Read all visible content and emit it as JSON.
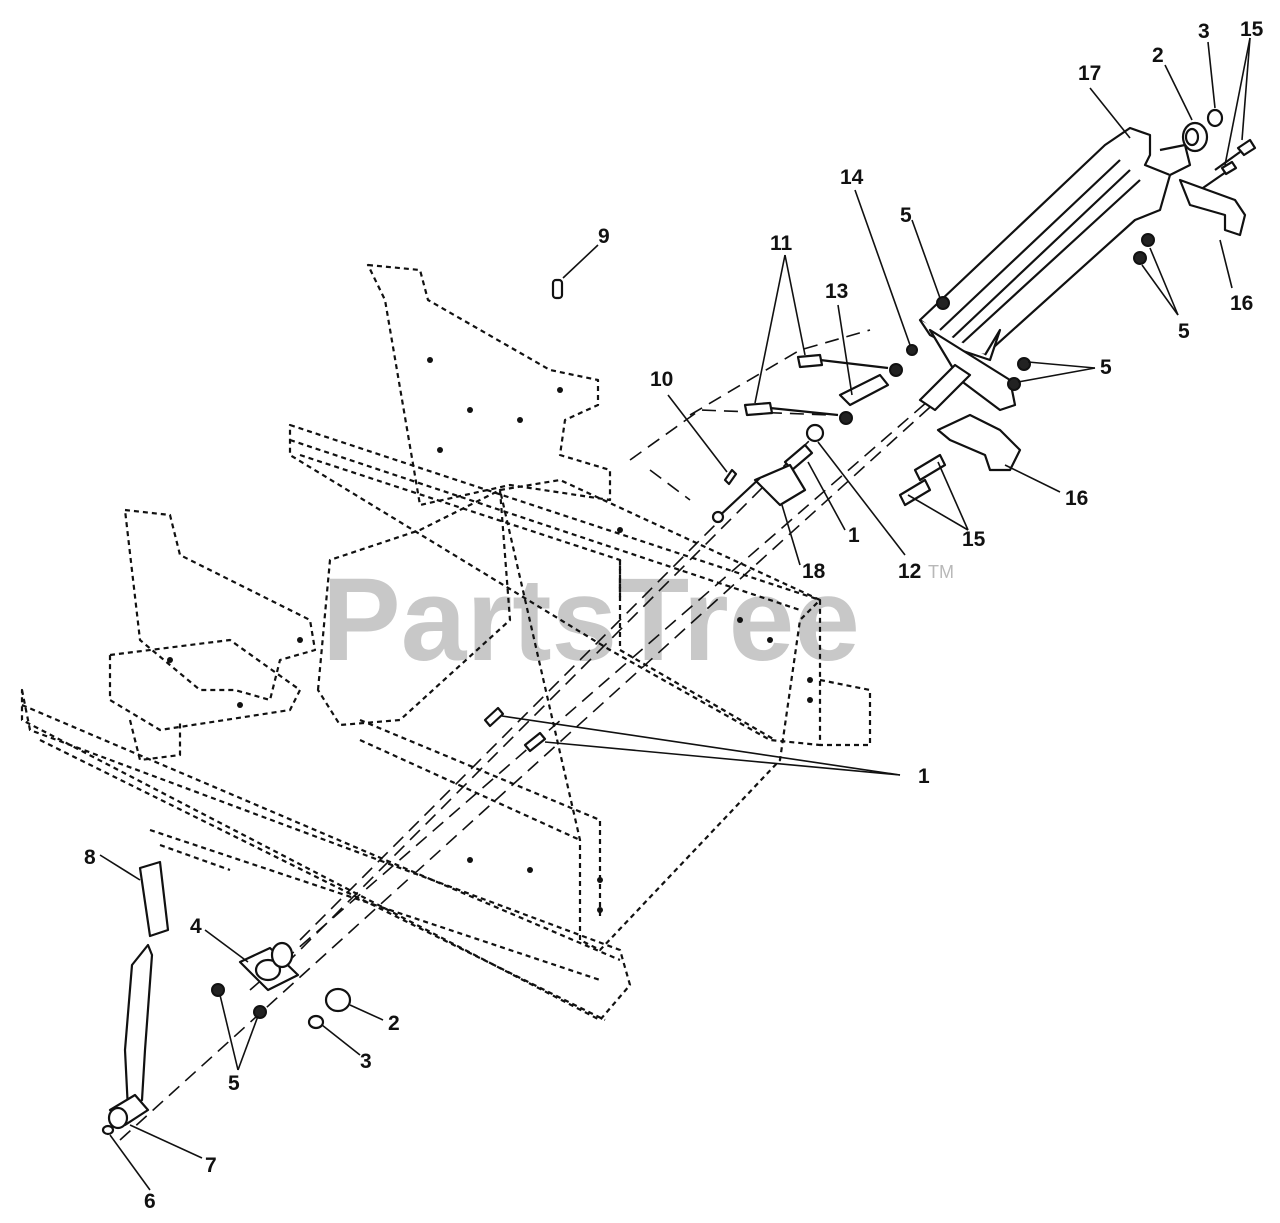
{
  "watermark": {
    "text": "PartsTree",
    "tm": "TM"
  },
  "drawing_id": "",
  "callouts": {
    "c1a": "1",
    "c1b": "1",
    "c2a": "2",
    "c2b": "2",
    "c3a": "3",
    "c3b": "3",
    "c4": "4",
    "c5a": "5",
    "c5b": "5",
    "c5c": "5",
    "c5d": "5",
    "c6": "6",
    "c7": "7",
    "c8": "8",
    "c9": "9",
    "c10": "10",
    "c11": "11",
    "c12": "12",
    "c13": "13",
    "c14": "14",
    "c15a": "15",
    "c15b": "15",
    "c16a": "16",
    "c16b": "16",
    "c17": "17",
    "c18": "18"
  }
}
